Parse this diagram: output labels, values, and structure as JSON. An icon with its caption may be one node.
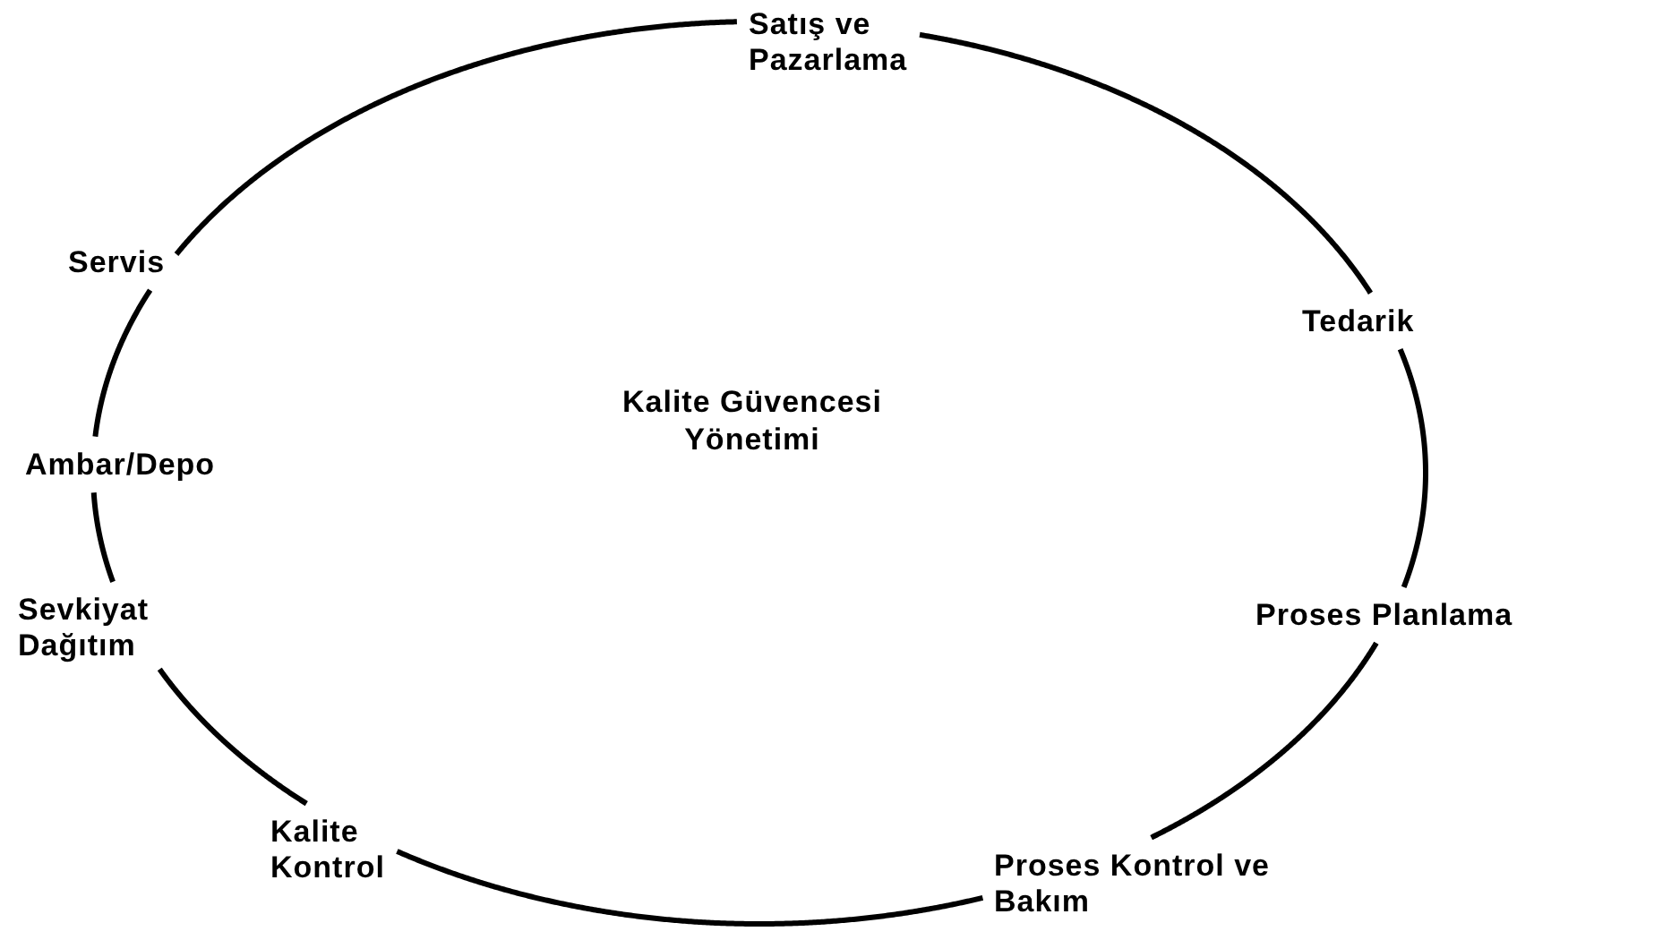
{
  "diagram": {
    "nodes": [
      {
        "text": [
          "Satış ve Pazarlama"
        ]
      },
      {
        "text": [
          "Servis"
        ]
      },
      {
        "text": [
          "Tedarik"
        ]
      },
      {
        "text": [
          "Ambar/Depo"
        ]
      },
      {
        "text": [
          "Proses Planlama"
        ]
      },
      {
        "text": [
          "Sevkiyat Dağıtım"
        ]
      },
      {
        "text": [
          "Kalite Kontrol"
        ]
      },
      {
        "text": [
          "Proses Kontrol ve Bakım"
        ]
      }
    ],
    "edges": [
      {
        "from": 0,
        "to": 2,
        "arrow": "none"
      },
      {
        "from": 2,
        "to": 4,
        "arrow": "none"
      },
      {
        "from": 4,
        "to": 7,
        "arrow": "none"
      },
      {
        "from": 7,
        "to": 6,
        "arrow": "none"
      },
      {
        "from": 6,
        "to": 5,
        "arrow": "none"
      },
      {
        "from": 5,
        "to": 3,
        "arrow": "none"
      },
      {
        "from": 3,
        "to": 1,
        "arrow": "none"
      },
      {
        "from": 1,
        "to": 0,
        "arrow": "none"
      }
    ],
    "labels": [
      "Kalite Güvencesi Yönetimi"
    ]
  }
}
